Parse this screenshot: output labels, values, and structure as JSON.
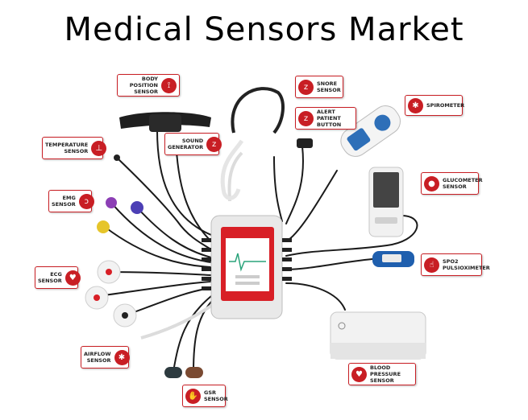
{
  "title": "Medical Sensors Market",
  "accent_color": "#c81e24",
  "labels": {
    "body_position": {
      "line1": "BODY POSITION",
      "line2": "SENSOR",
      "icon": "person-position-icon"
    },
    "snore": {
      "line1": "SNORE",
      "line2": "SENSOR",
      "icon": "zzz-icon"
    },
    "alert_patient": {
      "line1": "ALERT PATIENT",
      "line2": "BUTTON",
      "icon": "zzz-icon"
    },
    "spirometer": {
      "line1": "SPIROMETER",
      "line2": "",
      "icon": "lungs-icon"
    },
    "sound_generator": {
      "line1": "SOUND",
      "line2": "GENERATOR",
      "icon": "zzz-icon"
    },
    "temperature": {
      "line1": "TEMPERATURE",
      "line2": "SENSOR",
      "icon": "thermometer-icon"
    },
    "glucometer": {
      "line1": "GLUCOMETER",
      "line2": "SENSOR",
      "icon": "blood-drop-icon"
    },
    "emg": {
      "line1": "EMG",
      "line2": "SENSOR",
      "icon": "arm-muscle-icon"
    },
    "spo2": {
      "line1": "SPO2",
      "line2": "PULSIOXIMETER",
      "icon": "finger-icon"
    },
    "ecg": {
      "line1": "ECG",
      "line2": "SENSOR",
      "icon": "heart-pulse-icon"
    },
    "airflow": {
      "line1": "AIRFLOW",
      "line2": "SENSOR",
      "icon": "lungs-icon"
    },
    "blood_pressure": {
      "line1": "BLOOD PRESSURE",
      "line2": "SENSOR",
      "icon": "heart-icon"
    },
    "gsr": {
      "line1": "GSR",
      "line2": "SENSOR",
      "icon": "hand-icon"
    }
  }
}
